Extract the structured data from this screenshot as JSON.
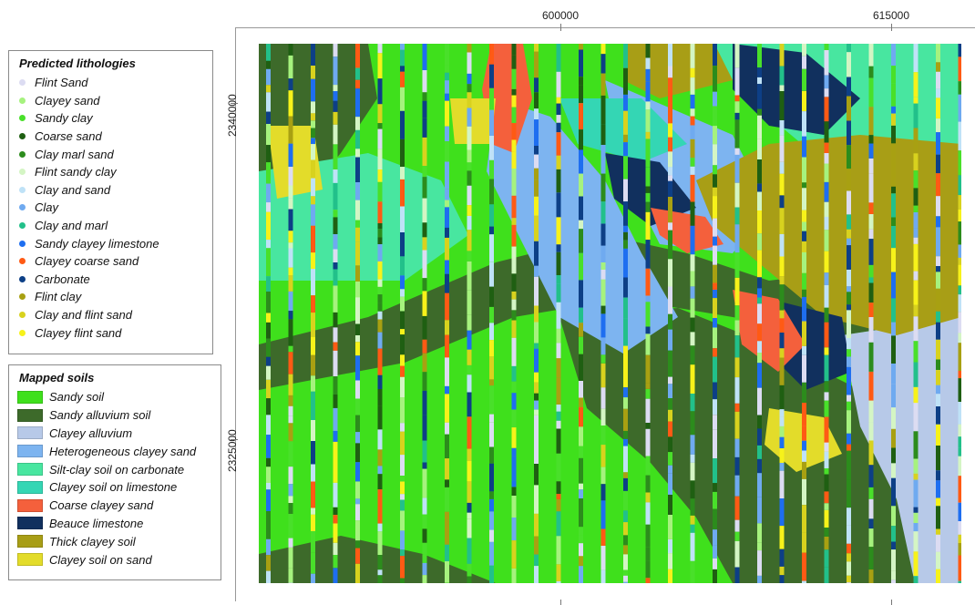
{
  "axes": {
    "x_ticks": [
      {
        "label": "600000"
      },
      {
        "label": "615000"
      }
    ],
    "y_ticks": [
      {
        "label": "2340000"
      },
      {
        "label": "2325000"
      }
    ]
  },
  "lithology_legend": {
    "title": "Predicted lithologies",
    "items": [
      {
        "label": "Flint Sand",
        "color": "#dcdcf2"
      },
      {
        "label": "Clayey sand",
        "color": "#a6f27e"
      },
      {
        "label": "Sandy clay",
        "color": "#49e02a"
      },
      {
        "label": "Coarse sand",
        "color": "#1f5f12"
      },
      {
        "label": "Clay marl sand",
        "color": "#2c8c1c"
      },
      {
        "label": "Flint sandy clay",
        "color": "#d4f5c4"
      },
      {
        "label": "Clay and sand",
        "color": "#bfe2f7"
      },
      {
        "label": "Clay",
        "color": "#6faaf0"
      },
      {
        "label": "Clay and marl",
        "color": "#22c08a"
      },
      {
        "label": "Sandy clayey limestone",
        "color": "#1e6ef0"
      },
      {
        "label": "Clayey coarse sand",
        "color": "#ff5a14"
      },
      {
        "label": "Carbonate",
        "color": "#0d3f86"
      },
      {
        "label": "Flint clay",
        "color": "#a8a012"
      },
      {
        "label": "Clay and flint sand",
        "color": "#d8d21e"
      },
      {
        "label": "Clayey flint sand",
        "color": "#f7f21a"
      }
    ]
  },
  "soil_legend": {
    "title": "Mapped soils",
    "items": [
      {
        "label": "Sandy soil",
        "color": "#3fe01c"
      },
      {
        "label": "Sandy alluvium soil",
        "color": "#3d6a2a"
      },
      {
        "label": "Clayey alluvium",
        "color": "#b7c9e8"
      },
      {
        "label": "Heterogeneous clayey sand",
        "color": "#7db4f0"
      },
      {
        "label": "Silt-clay soil on carbonate",
        "color": "#48e6a0"
      },
      {
        "label": "Clayey soil on limestone",
        "color": "#34d6b4"
      },
      {
        "label": "Coarse clayey sand",
        "color": "#f4603c"
      },
      {
        "label": "Beauce limestone",
        "color": "#11305e"
      },
      {
        "label": "Thick clayey soil",
        "color": "#a89e16"
      },
      {
        "label": "Clayey soil on sand",
        "color": "#e3dc2a"
      }
    ]
  }
}
